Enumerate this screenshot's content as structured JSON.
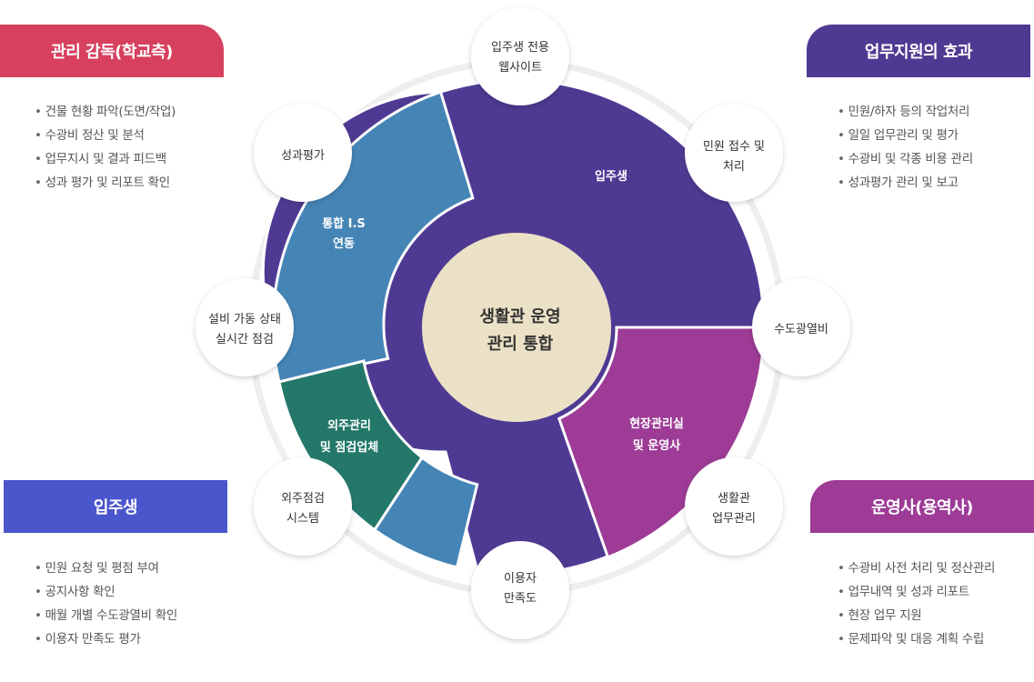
{
  "panels": {
    "top_left": {
      "title": "관리 감독(학교측)",
      "items": [
        "건물 현황 파악(도면/작업)",
        "수광비 정산 및 분석",
        "업무지시 및 결과 피드백",
        "성과 평가 및 리포트 확인"
      ],
      "color": "#d7415f"
    },
    "top_right": {
      "title": "업무지원의 효과",
      "items": [
        "민원/하자 등의 작업처리",
        "일일 업무관리 및 평가",
        "수광비 및 각종 비용 관리",
        "성과평가 관리 및 보고"
      ],
      "color": "#4f3a93"
    },
    "bottom_left": {
      "title": "입주생",
      "items": [
        "민원 요청 및 평점 부여",
        "공지사항 확인",
        "매월 개별 수도광열비 확인",
        "이용자 만족도 평가"
      ],
      "color": "#4b55cc"
    },
    "bottom_right": {
      "title": "운영사(용역사)",
      "items": [
        "수광비 사전 처리 및 정산관리",
        "업무내역 및 성과 리포트",
        "현장 업무 지원",
        "문제파악 및 대응 계획 수립"
      ],
      "color": "#9d3b96"
    }
  },
  "center": {
    "line1": "생활관 운영",
    "line2": "관리 통합"
  },
  "segments": {
    "resident": {
      "label": "입주생",
      "color": "#4f3a93"
    },
    "integration": {
      "line1": "통합 I.S",
      "line2": "연동",
      "color": "#4585b6"
    },
    "vendor": {
      "line1": "외주관리",
      "line2": "및 점검업체",
      "color": "#23786a"
    },
    "office": {
      "line1": "현장관리실",
      "line2": "및 운영사",
      "color": "#9d3b96"
    },
    "small_blue": {
      "color": "#4585b6"
    }
  },
  "nodes": {
    "website": {
      "line1": "입주생 전용",
      "line2": "웹사이트"
    },
    "complaint": {
      "line1": "민원 접수 및",
      "line2": "처리"
    },
    "utility": {
      "line1": "수도광열비",
      "line2": ""
    },
    "work": {
      "line1": "생활관",
      "line2": "업무관리"
    },
    "satisfaction": {
      "line1": "이용자",
      "line2": "만족도"
    },
    "inspection": {
      "line1": "외주점검",
      "line2": "시스템"
    },
    "facility": {
      "line1": "설비 가동 상태",
      "line2": "실시간 점검"
    },
    "evaluation": {
      "line1": "성과평가",
      "line2": ""
    }
  },
  "colors": {
    "center_fill": "#ebe1c6",
    "ring": "#eeeeee"
  }
}
